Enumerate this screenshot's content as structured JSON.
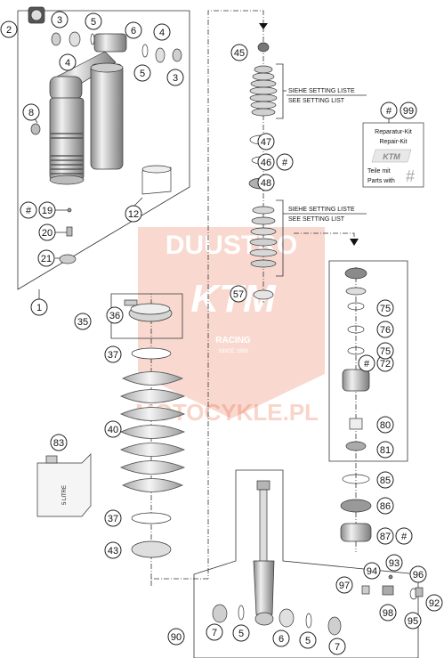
{
  "setting_notes": [
    {
      "line1": "SIEHE SETTING LISTE",
      "line2": "SEE SETTING LIST"
    },
    {
      "line1": "SIEHE SETTING LISTE",
      "line2": "SEE SETTING LIST"
    }
  ],
  "legend": {
    "ref": "#",
    "number": "99",
    "de_title": "Reparatur-Kit",
    "en_title": "Repair-Kit",
    "ktm_logo": "KTM",
    "de_parts": "Teile mit",
    "en_parts": "Parts with",
    "hash_symbol": "#"
  },
  "watermark": {
    "brand": "DUUSTRO",
    "logo": "KTM",
    "racing": "RACING",
    "since": "SINCE 1958",
    "site": "MOTOCYKLE.PL"
  },
  "canister_label": "5 LITRE",
  "callouts": [
    "2",
    "3",
    "5",
    "6",
    "4",
    "4",
    "5",
    "3",
    "8",
    "19",
    "20",
    "21",
    "12",
    "1",
    "45",
    "47",
    "46",
    "48",
    "57",
    "36",
    "35",
    "37",
    "40",
    "37",
    "43",
    "72",
    "75",
    "76",
    "75",
    "80",
    "81",
    "85",
    "86",
    "87",
    "83",
    "90",
    "7",
    "5",
    "6",
    "5",
    "7",
    "94",
    "93",
    "96",
    "97",
    "98",
    "92",
    "95"
  ],
  "hash_mark": "#",
  "colors": {
    "line": "#333333",
    "part_light": "#e6e6e6",
    "part_mid": "#b8b8b8",
    "part_dark": "#6a6a6a",
    "watermark": "#e8562a"
  }
}
